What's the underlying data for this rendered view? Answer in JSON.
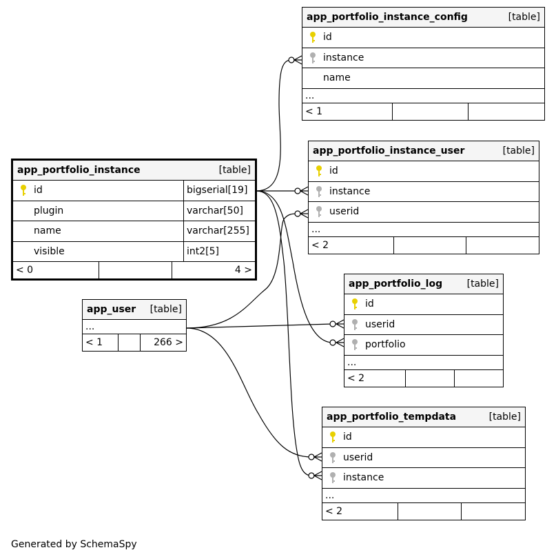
{
  "diagram": {
    "tables": {
      "config": {
        "name": "app_portfolio_instance_config",
        "kind": "[table]",
        "rows": [
          {
            "name": "id",
            "key": "primary"
          },
          {
            "name": "instance",
            "key": "foreign"
          },
          {
            "name": "name",
            "key": "none"
          }
        ],
        "more": "...",
        "footer": [
          "< 1",
          "",
          ""
        ]
      },
      "instance": {
        "name": "app_portfolio_instance",
        "kind": "[table]",
        "rows": [
          {
            "name": "id",
            "type": "bigserial[19]",
            "key": "primary"
          },
          {
            "name": "plugin",
            "type": "varchar[50]",
            "key": "none"
          },
          {
            "name": "name",
            "type": "varchar[255]",
            "key": "none"
          },
          {
            "name": "visible",
            "type": "int2[5]",
            "key": "none"
          }
        ],
        "footer": [
          "< 0",
          "",
          "4 >"
        ]
      },
      "instance_user": {
        "name": "app_portfolio_instance_user",
        "kind": "[table]",
        "rows": [
          {
            "name": "id",
            "key": "primary"
          },
          {
            "name": "instance",
            "key": "foreign"
          },
          {
            "name": "userid",
            "key": "foreign"
          }
        ],
        "more": "...",
        "footer": [
          "< 2",
          "",
          ""
        ]
      },
      "user": {
        "name": "app_user",
        "kind": "[table]",
        "more": "...",
        "footer": [
          "< 1",
          "",
          "266 >"
        ]
      },
      "log": {
        "name": "app_portfolio_log",
        "kind": "[table]",
        "rows": [
          {
            "name": "id",
            "key": "primary"
          },
          {
            "name": "userid",
            "key": "foreign"
          },
          {
            "name": "portfolio",
            "key": "foreign"
          }
        ],
        "more": "...",
        "footer": [
          "< 2",
          "",
          ""
        ]
      },
      "tempdata": {
        "name": "app_portfolio_tempdata",
        "kind": "[table]",
        "rows": [
          {
            "name": "id",
            "key": "primary"
          },
          {
            "name": "userid",
            "key": "foreign"
          },
          {
            "name": "instance",
            "key": "foreign"
          }
        ],
        "more": "...",
        "footer": [
          "< 2",
          "",
          ""
        ]
      }
    },
    "relationships": [
      {
        "from": "app_portfolio_instance.id",
        "to": "app_portfolio_instance_config.instance"
      },
      {
        "from": "app_portfolio_instance.id",
        "to": "app_portfolio_instance_user.instance"
      },
      {
        "from": "app_user",
        "to": "app_portfolio_instance_user.userid"
      },
      {
        "from": "app_user",
        "to": "app_portfolio_log.userid"
      },
      {
        "from": "app_portfolio_instance.id",
        "to": "app_portfolio_log.portfolio"
      },
      {
        "from": "app_user",
        "to": "app_portfolio_tempdata.userid"
      },
      {
        "from": "app_portfolio_instance.id",
        "to": "app_portfolio_tempdata.instance"
      }
    ],
    "colors": {
      "primary_key": "#e8d000",
      "foreign_key": "#b0b0b0",
      "header_bg": "#f5f5f5"
    }
  },
  "credit": "Generated by SchemaSpy"
}
